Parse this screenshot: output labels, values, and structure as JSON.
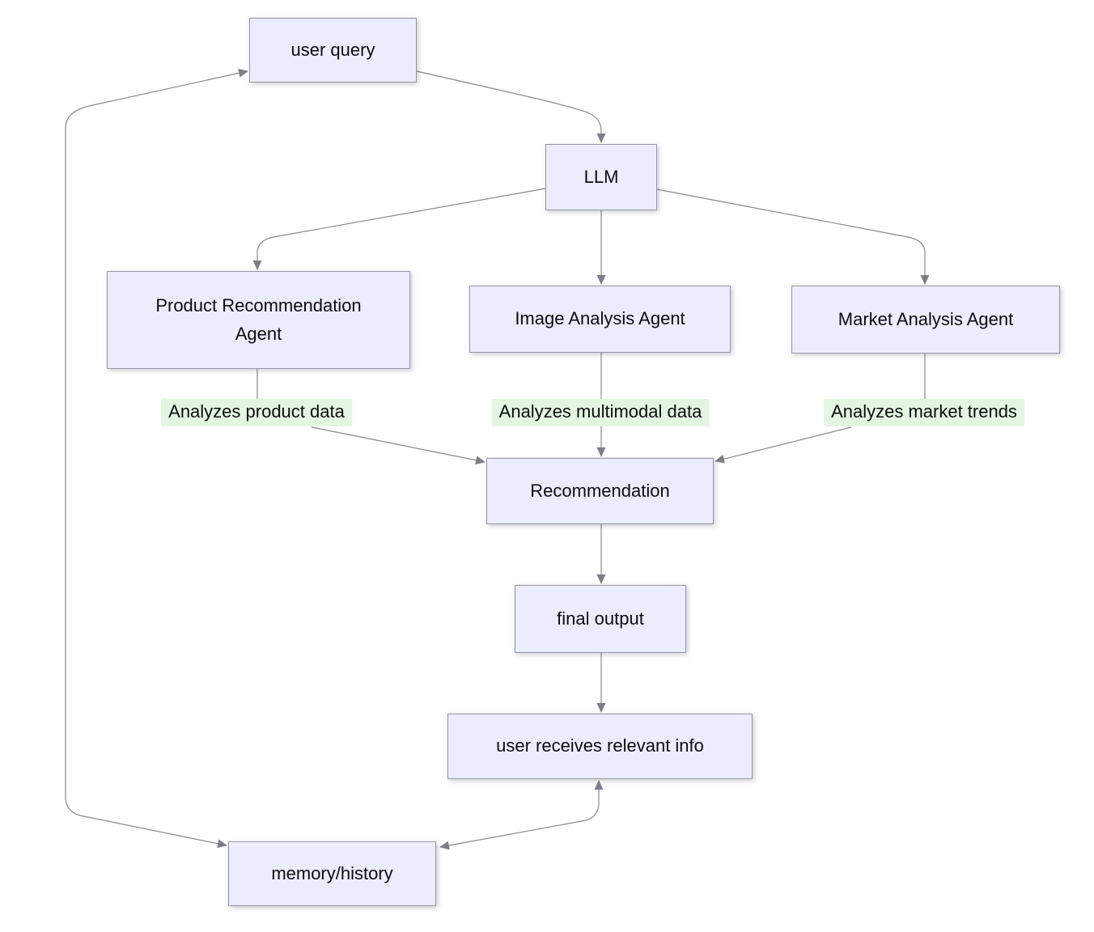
{
  "diagram": {
    "type": "flowchart",
    "background": "#ffffff",
    "nodes": {
      "user_query": {
        "label": "user query"
      },
      "llm": {
        "label": "LLM"
      },
      "product_agent": {
        "label": "Product Recommendation Agent"
      },
      "image_agent": {
        "label": "Image Analysis Agent"
      },
      "market_agent": {
        "label": "Market Analysis Agent"
      },
      "recommendation": {
        "label": "Recommendation"
      },
      "final_output": {
        "label": "final output"
      },
      "user_receives": {
        "label": "user receives relevant info"
      },
      "memory": {
        "label": "memory/history"
      }
    },
    "edge_labels": {
      "product": "Analyzes product data",
      "image": "Analyzes multimodal data",
      "market": "Analyzes market trends"
    },
    "edges": [
      {
        "from": "user_query",
        "to": "llm",
        "style": "arrow"
      },
      {
        "from": "llm",
        "to": "product_agent",
        "style": "arrow"
      },
      {
        "from": "llm",
        "to": "image_agent",
        "style": "arrow"
      },
      {
        "from": "llm",
        "to": "market_agent",
        "style": "arrow"
      },
      {
        "from": "product_agent",
        "to": "recommendation",
        "label": "Analyzes product data",
        "style": "arrow"
      },
      {
        "from": "image_agent",
        "to": "recommendation",
        "label": "Analyzes multimodal data",
        "style": "arrow"
      },
      {
        "from": "market_agent",
        "to": "recommendation",
        "label": "Analyzes market trends",
        "style": "arrow"
      },
      {
        "from": "recommendation",
        "to": "final_output",
        "style": "arrow"
      },
      {
        "from": "final_output",
        "to": "user_receives",
        "style": "arrow"
      },
      {
        "from": "user_receives",
        "to": "memory",
        "style": "bidirectional"
      },
      {
        "from": "memory",
        "to": "user_query",
        "style": "bidirectional"
      }
    ],
    "colors": {
      "node_fill": "#ececff",
      "node_border": "#9595a5",
      "edge": "#888888",
      "arrowhead": "#7e7e8a",
      "edge_label_bg": "#e2f6e2",
      "text": "#0d0d0d"
    }
  }
}
